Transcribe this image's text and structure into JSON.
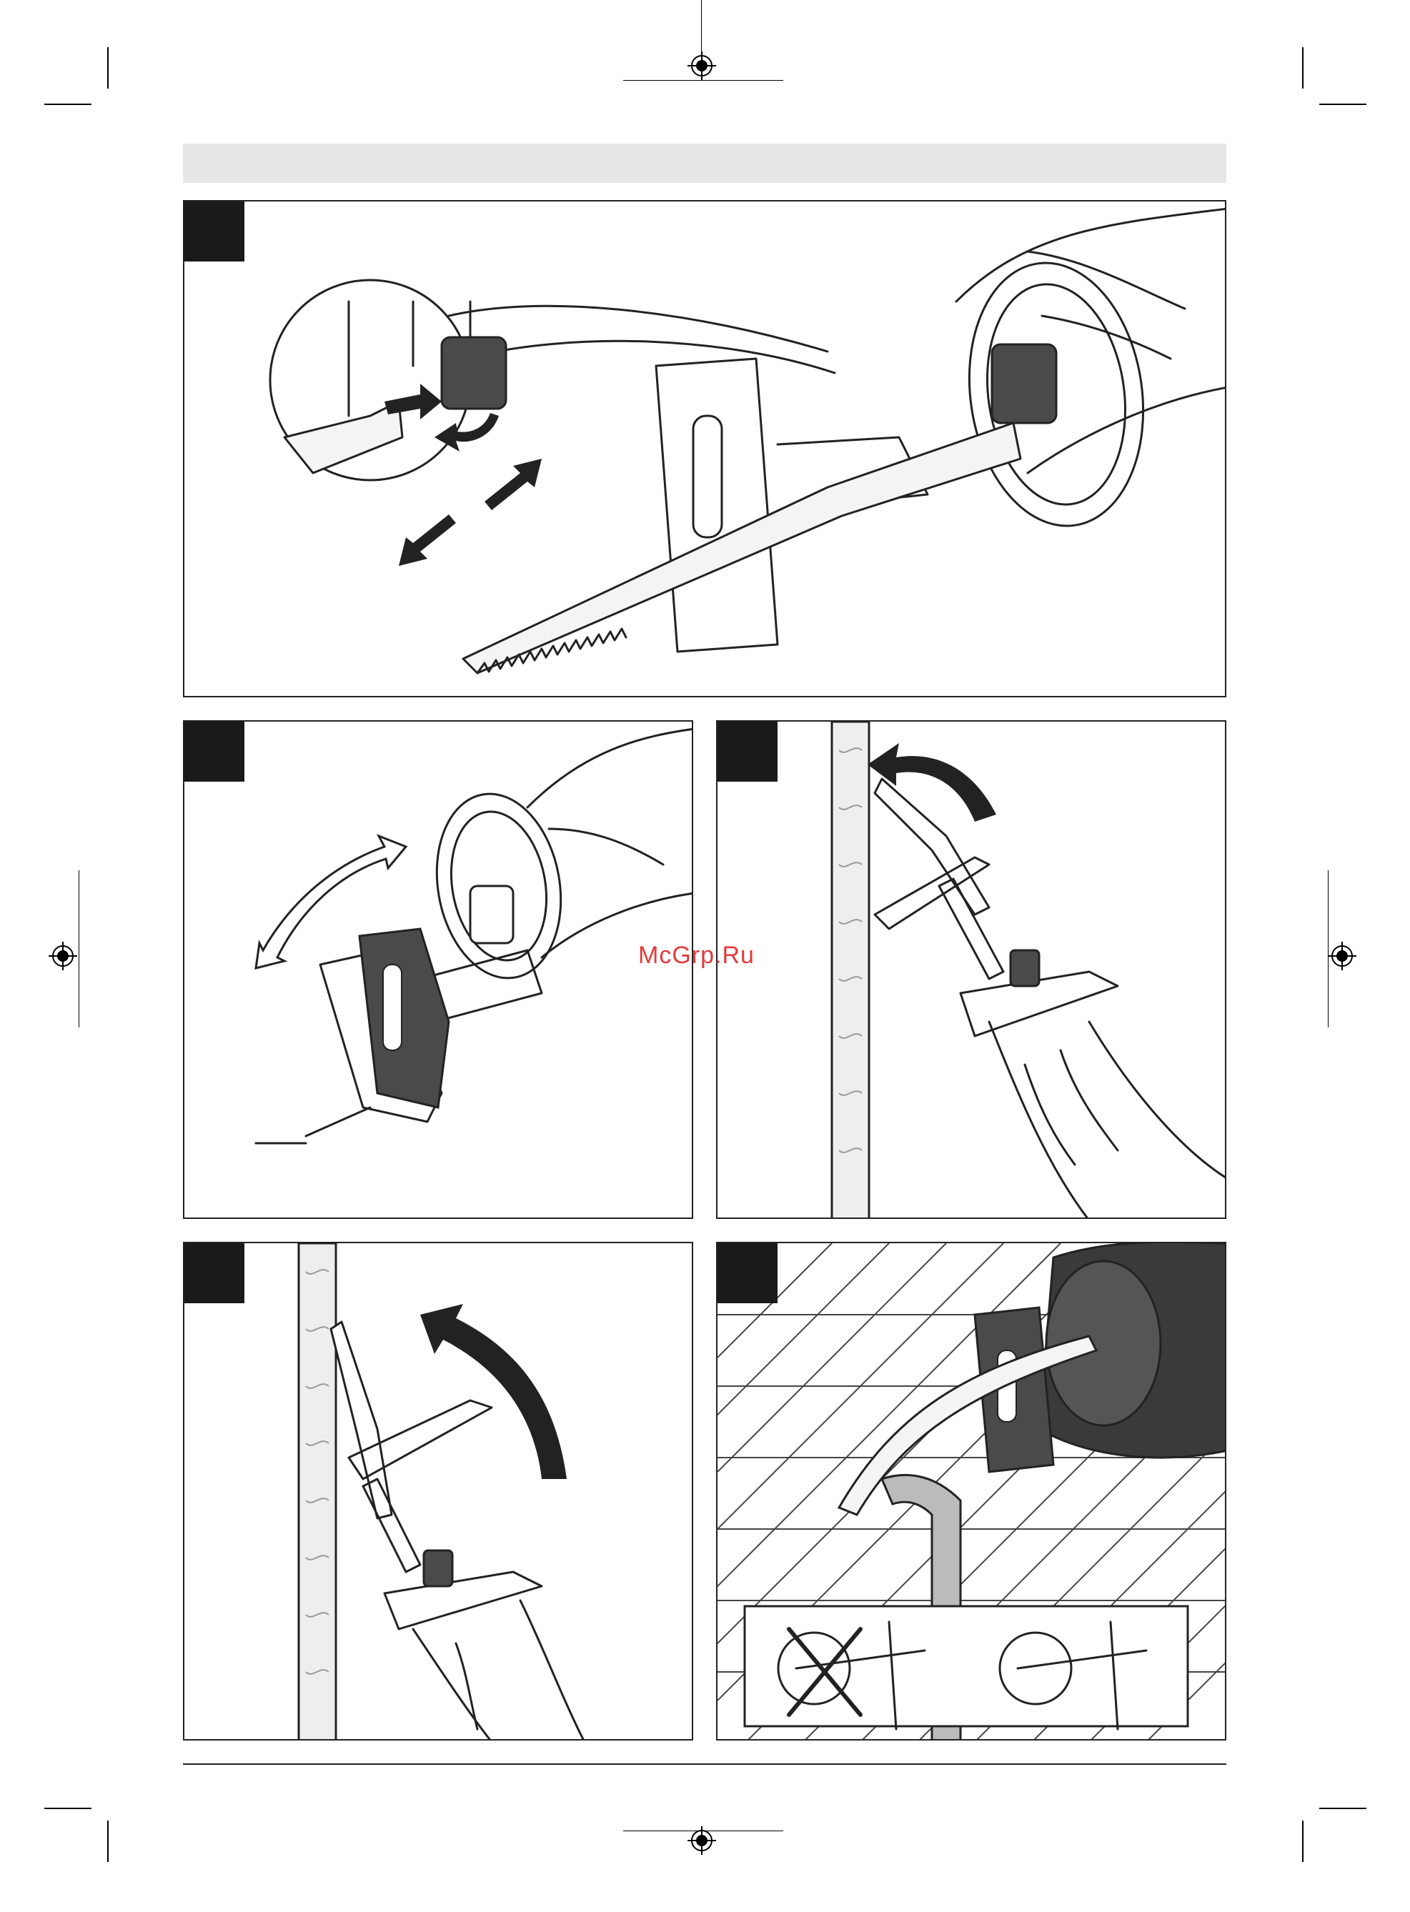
{
  "watermark": {
    "text": "McGrp.Ru",
    "color": "#e23b3b"
  },
  "colors": {
    "badge": "#1a1a1a",
    "header_bar": "#e6e6e6",
    "line_art": "#222222",
    "dark_part": "#4a4a4a"
  },
  "figures": [
    {
      "id": "fig-blade-insertion",
      "icon": "saw-blade-insert-illustration"
    },
    {
      "id": "fig-footplate-adjust",
      "icon": "footplate-swivel-illustration"
    },
    {
      "id": "fig-plunge-cut-start",
      "icon": "plunge-cut-tilt-illustration"
    },
    {
      "id": "fig-plunge-cut-continue",
      "icon": "plunge-cut-rotate-illustration"
    },
    {
      "id": "fig-flush-cut-pipe",
      "icon": "flush-cut-pipe-illustration"
    }
  ]
}
